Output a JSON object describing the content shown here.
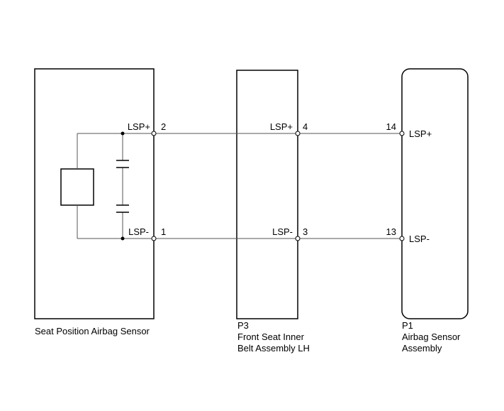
{
  "components": {
    "seat_sensor": {
      "title": "Seat Position Airbag Sensor",
      "pin_upper_label": "LSP+",
      "pin_upper_number": "2",
      "pin_lower_label": "LSP-",
      "pin_lower_number": "1"
    },
    "p3": {
      "code": "P3",
      "name_line1": "Front Seat Inner",
      "name_line2": "Belt Assembly LH",
      "pin_upper_label": "LSP+",
      "pin_upper_number": "4",
      "pin_lower_label": "LSP-",
      "pin_lower_number": "3"
    },
    "p1": {
      "code": "P1",
      "name_line1": "Airbag Sensor",
      "name_line2": "Assembly",
      "pin_upper_label": "LSP+",
      "pin_upper_number": "14",
      "pin_lower_label": "LSP-",
      "pin_lower_number": "13"
    }
  }
}
